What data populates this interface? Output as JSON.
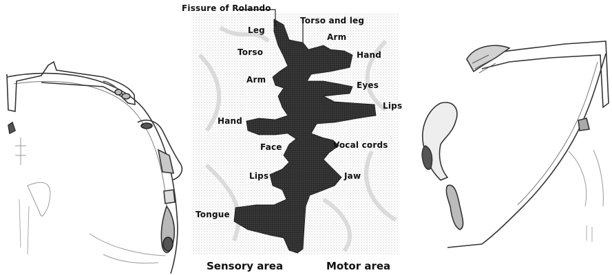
{
  "labels": {
    "fissure": "Fissure of Rolando",
    "torso_and_leg": "Torso and leg",
    "leg": "Leg",
    "arm_motor": "Arm",
    "torso": "Torso",
    "hand_motor": "Hand",
    "arm_sensory": "Arm",
    "eyes": "Eyes",
    "lips_motor": "Lips",
    "hand_sensory": "Hand",
    "face": "Face",
    "vocal_cords": "Vocal cords",
    "lips_sensory": "Lips",
    "jaw": "Jaw",
    "tongue": "Tongue"
  },
  "captions": {
    "sensory": "Sensory area",
    "motor": "Motor area"
  },
  "colors": {
    "cortex_dark": "#2c2c2c",
    "stipple": "#9a9a9a",
    "line": "#333333"
  }
}
